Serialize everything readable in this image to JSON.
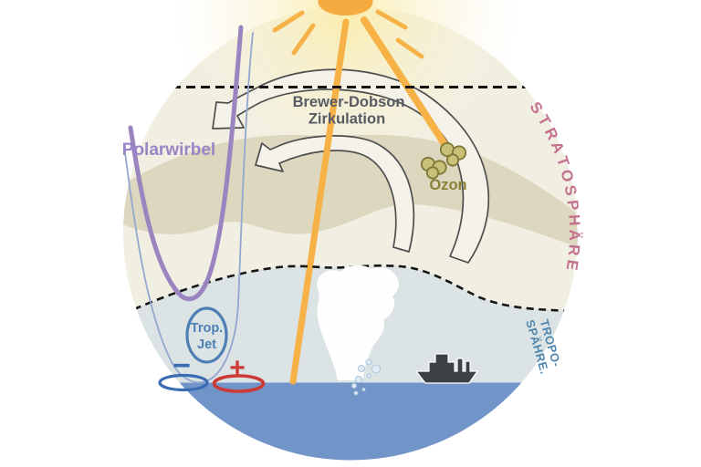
{
  "labels": {
    "circulation_line1": "Brewer-Dobson",
    "circulation_line2": "Zirkulation",
    "polar_vortex": "Polarwirbel",
    "ozone": "Ozon",
    "stratosphere_arc": "STRATOSPHÄRE",
    "troposphere_line1": "TROPO-",
    "troposphere_line2": "SPÄHRE.",
    "jet_line1": "Trop.",
    "jet_line2": "Jet",
    "minus_sign": "−",
    "plus_sign": "+"
  },
  "colors": {
    "sun": "#f5ab3f",
    "sun_ray": "#f6b246",
    "stratosphere_bg": "#f1efe2",
    "ozone_band": "#ddd7bf",
    "troposphere_bg": "#dce3e5",
    "ocean": "#7295c9",
    "circulation_arrow_stroke": "#4e4e4e",
    "circulation_text": "#565b64",
    "polar_vortex_line": "#9a85c0",
    "vortex_companion_line": "#93a7cf",
    "polar_vortex_text": "#9a85c6",
    "ozone_text": "#8a8136",
    "ozone_molecule_fill": "#c9c078",
    "ozone_molecule_stroke": "#7e7838",
    "stratosphere_text": "#c3718f",
    "troposphere_text": "#4e86ae",
    "jet_blue": "#4d7fb5",
    "minus_blue": "#3a6cb3",
    "plus_red": "#cc3a35",
    "ship": "#3d4045",
    "cloud": "#ffffff"
  }
}
